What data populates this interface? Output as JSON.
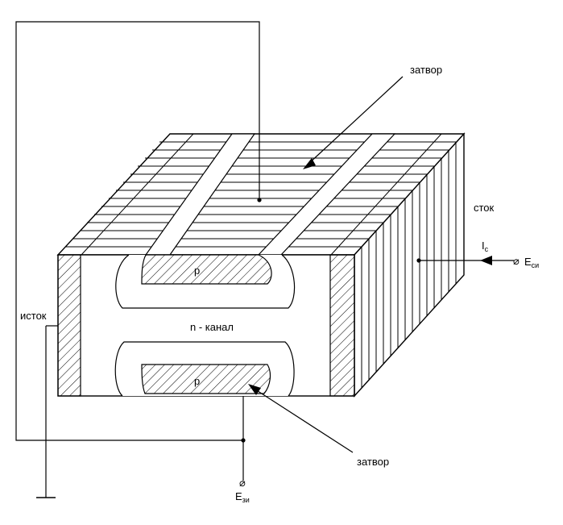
{
  "labels": {
    "gate_top": "затвор",
    "drain": "сток",
    "source": "исток",
    "channel": "n - канал",
    "p_top": "p",
    "p_bottom": "p",
    "gate_bottom": "затвор",
    "ic_main": "I",
    "ic_sub": "с",
    "terminal_symbol": "⌀",
    "e_main": "E",
    "esi_sub": "си",
    "ezi_sub": "зи"
  },
  "colors": {
    "stroke": "#000000",
    "background": "#ffffff"
  }
}
